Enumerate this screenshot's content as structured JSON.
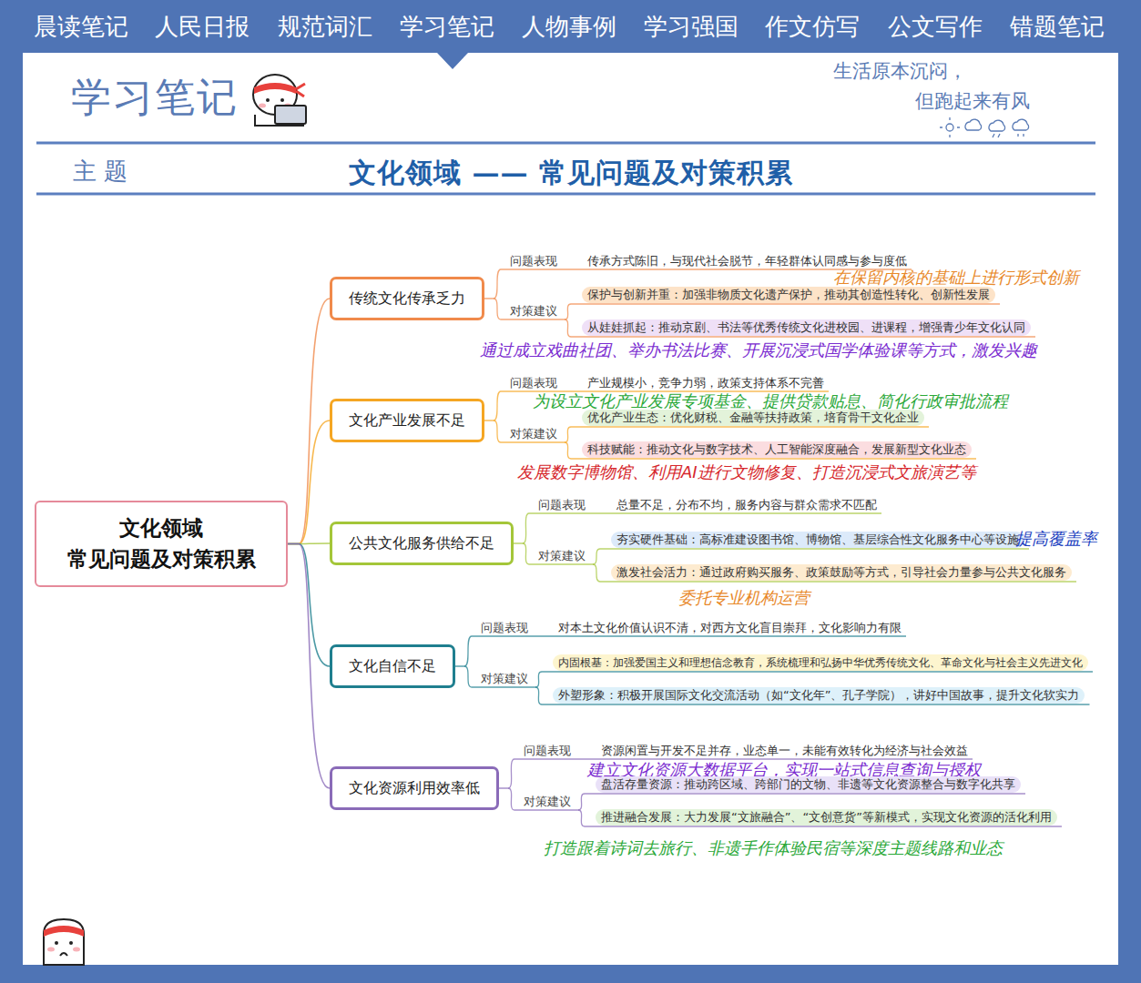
{
  "diagram": {
    "title": "文化领域 —— 常见问题及对策积累",
    "nodes": [
      {
        "text": [
          "文化领域 常见问题及对策积累"
        ]
      },
      {
        "text": [
          "传统文化传承乏力"
        ]
      },
      {
        "text": [
          "文化产业发展不足"
        ]
      },
      {
        "text": [
          "公共文化服务供给不足"
        ]
      },
      {
        "text": [
          "文化自信不足"
        ]
      },
      {
        "text": [
          "文化资源利用效率低"
        ]
      }
    ],
    "edges": [
      {
        "from": 0,
        "to": 1,
        "arrow": "none"
      },
      {
        "from": 0,
        "to": 2,
        "arrow": "none"
      },
      {
        "from": 0,
        "to": 3,
        "arrow": "none"
      },
      {
        "from": 0,
        "to": 4,
        "arrow": "none"
      },
      {
        "from": 0,
        "to": 5,
        "arrow": "none"
      }
    ],
    "labels": [
      "晨读笔记",
      "人民日报",
      "规范词汇",
      "学习笔记",
      "人物事例",
      "学习强国",
      "作文仿写",
      "公文写作",
      "错题笔记",
      "学习笔记",
      "生活原本沉闷，",
      "但跑起来有风",
      "主 题",
      "问题表现",
      "传承方式陈旧，与现代社会脱节，年轻群体认同感与参与度低",
      "在保留内核的基础上进行形式创新",
      "对策建议",
      "保护与创新并重：加强非物质文化遗产保护，推动其创造性转化、创新性发展",
      "从娃娃抓起：推动京剧、书法等优秀传统文化进校园、进课程，增强青少年文化认同",
      "通过成立戏曲社团、举办书法比赛、开展沉浸式国学体验课等方式，激发兴趣",
      "问题表现",
      "产业规模小，竞争力弱，政策支持体系不完善",
      "为设立文化产业发展专项基金、提供贷款贴息、简化行政审批流程",
      "对策建议",
      "优化产业生态：优化财税、金融等扶持政策，培育骨干文化企业",
      "科技赋能：推动文化与数字技术、人工智能深度融合，发展新型文化业态",
      "发展数字博物馆、利用AI进行文物修复、打造沉浸式文旅演艺等",
      "问题表现",
      "总量不足，分布不均，服务内容与群众需求不匹配",
      "对策建议",
      "夯实硬件基础：高标准建设图书馆、博物馆、基层综合性文化服务中心等设施",
      "提高覆盖率",
      "激发社会活力：通过政府购买服务、政策鼓励等方式，引导社会力量参与公共文化服务",
      "委托专业机构运营",
      "问题表现",
      "对本土文化价值认识不清，对西方文化盲目崇拜，文化影响力有限",
      "对策建议",
      "内固根基：加强爱国主义和理想信念教育，系统梳理和弘扬中华优秀传统文化、革命文化与社会主义先进文化",
      "外塑形象：积极开展国际文化交流活动（如“文化年”、孔子学院），讲好中国故事，提升文化软实力",
      "问题表现",
      "资源闲置与开发不足并存，业态单一，未能有效转化为经济与社会效益",
      "建立文化资源大数据平台，实现一站式信息查询与授权",
      "对策建议",
      "盘活存量资源：推动跨区域、跨部门的文物、非遗等文化资源整合与数字化共享",
      "推进融合发展：大力发展“文旅融合”、“文创意货”等新模式，实现文化资源的活化利用",
      "打造跟着诗词去旅行、非遗手作体验民宿等深度主题线路和业态"
    ]
  }
}
